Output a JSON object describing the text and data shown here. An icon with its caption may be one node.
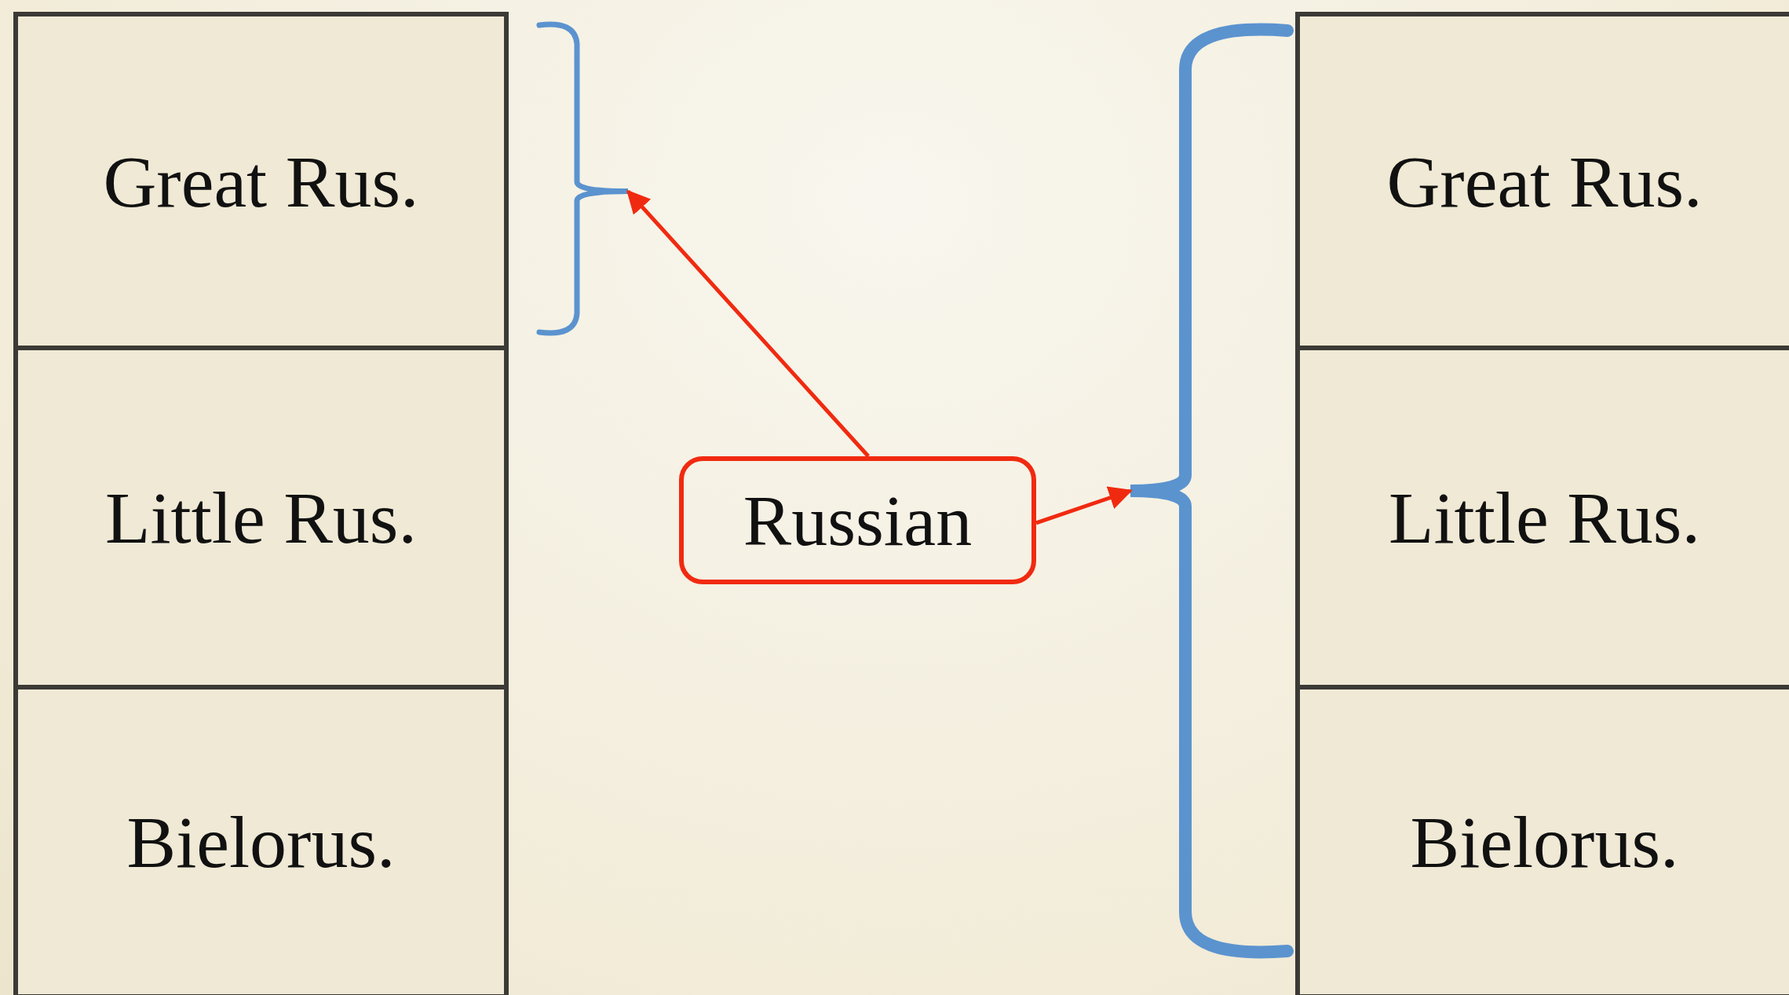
{
  "diagram": {
    "nodes": [
      {
        "text": [
          "Great Rus."
        ]
      },
      {
        "text": [
          "Little Rus."
        ]
      },
      {
        "text": [
          "Bielorus."
        ]
      },
      {
        "text": [
          "Great Rus."
        ]
      },
      {
        "text": [
          "Little Rus."
        ]
      },
      {
        "text": [
          "Bielorus."
        ]
      },
      {
        "text": [
          "Russian"
        ]
      },
      {
        "text": [],
        "shape": "bracket"
      },
      {
        "text": [],
        "shape": "bracket"
      }
    ],
    "edges": [
      {
        "from": 6,
        "to": 7,
        "arrow": "to"
      },
      {
        "from": 6,
        "to": 8,
        "arrow": "to"
      }
    ]
  }
}
